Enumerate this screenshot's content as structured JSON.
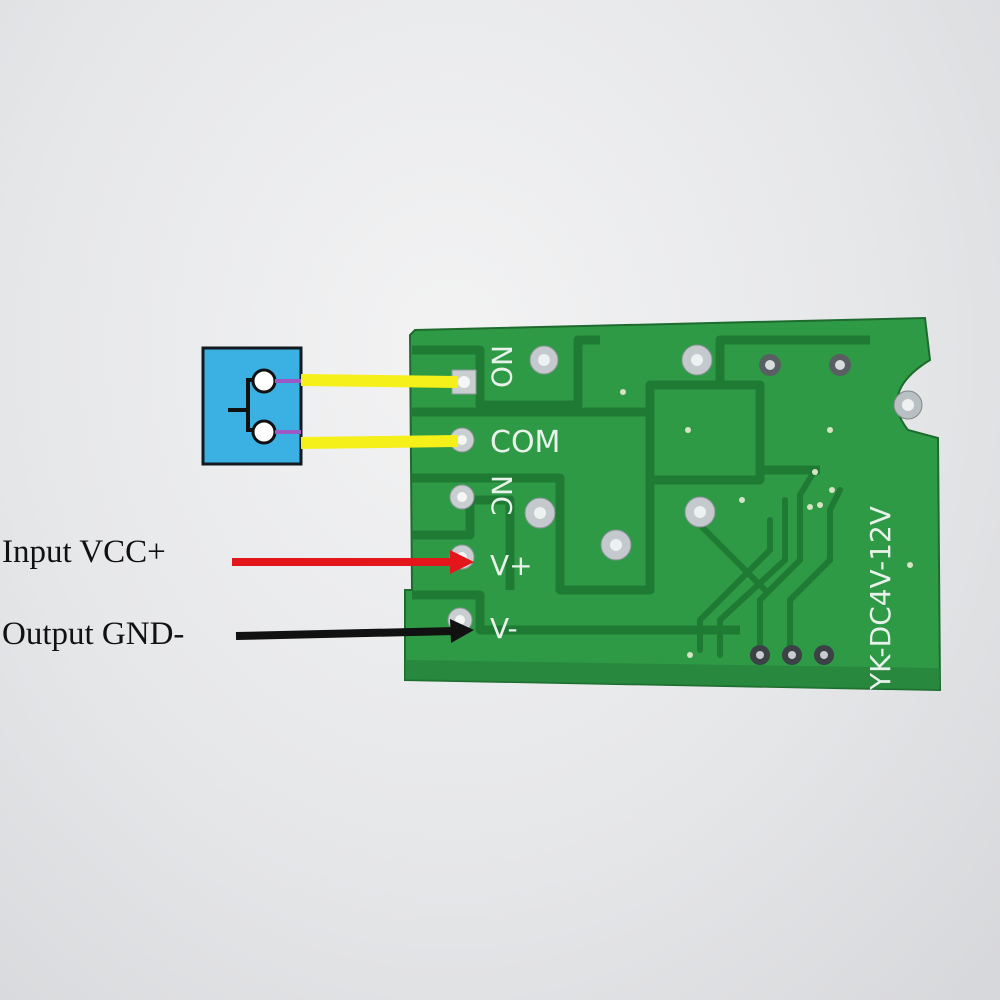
{
  "annotations": {
    "input_vcc": "Input VCC+",
    "output_gnd": "Output GND-"
  },
  "silkscreen": {
    "no": "NO",
    "com": "COM",
    "nc": "NC",
    "v_plus": "V+",
    "v_minus": "V-",
    "model": "YK-DC4V-12V"
  },
  "icons": {
    "switch": "push-button-switch-icon"
  },
  "colors": {
    "background": "#e4e5e7",
    "pcb": "#2f9a46",
    "pcb_dark": "#1f7a34",
    "switch_box": "#3ab0e3",
    "wire_switch": "#f5ef1a",
    "wire_vcc": "#e3161b",
    "wire_gnd": "#111111"
  }
}
